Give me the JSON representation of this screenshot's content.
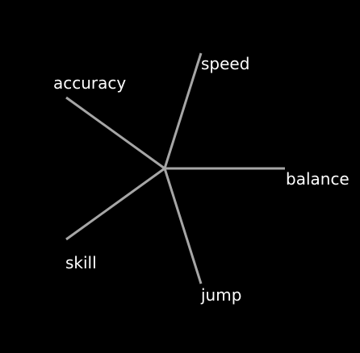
{
  "diagram": {
    "type": "star-axes",
    "background_color": "#000000",
    "spoke_color": "#a6a6a6",
    "label_color": "#ffffff",
    "axes": [
      {
        "label": "speed"
      },
      {
        "label": "balance"
      },
      {
        "label": "jump"
      },
      {
        "label": "skill"
      },
      {
        "label": "accuracy"
      }
    ]
  }
}
